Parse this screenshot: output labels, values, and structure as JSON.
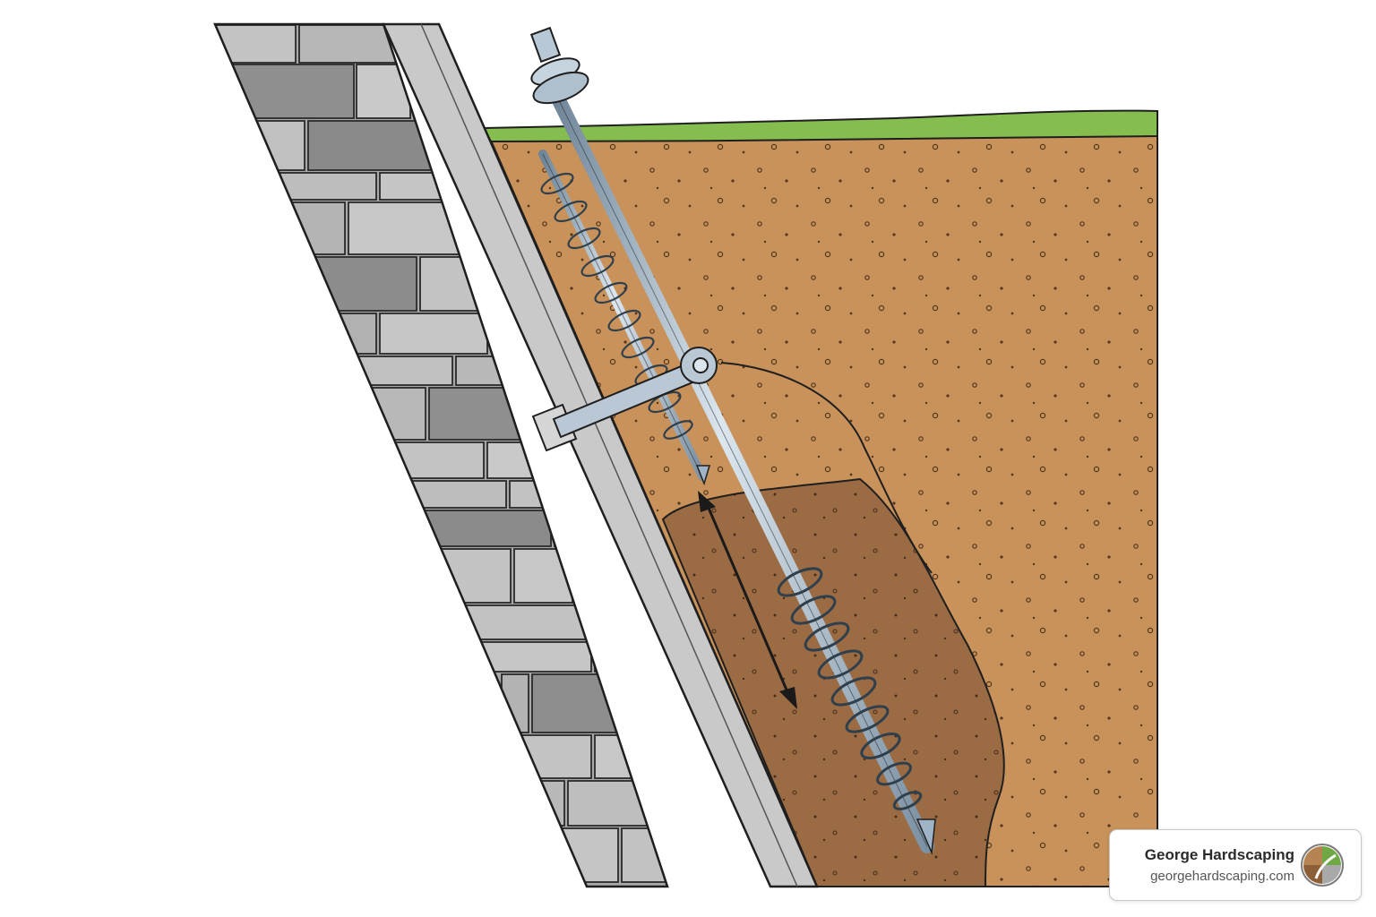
{
  "brand": {
    "name": "George Hardscaping",
    "url": "georgehardscaping.com",
    "logo_icon": "leaf-soil-circle-logo"
  },
  "colors": {
    "grass": "#86bd4f",
    "soil": "#c8925a",
    "disturbed_soil": "#9b6b44",
    "stone_light": "#b9b9b9",
    "stone_dark": "#8a8a8a",
    "steel": "#9fb4c6",
    "outline": "#1f1f1f"
  },
  "icons": [
    "double-arrow-icon",
    "helical-anchor-icon",
    "retaining-wall-icon"
  ]
}
